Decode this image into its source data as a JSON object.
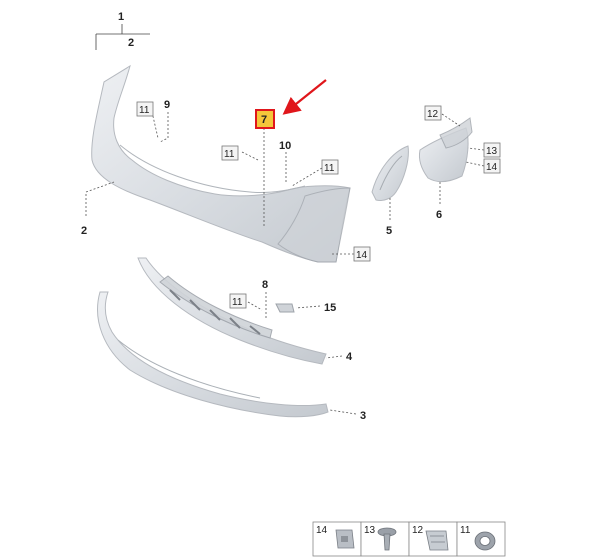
{
  "callouts": {
    "c1": "1",
    "c2_top": "2",
    "c2_left": "2",
    "c3": "3",
    "c4": "4",
    "c5": "5",
    "c6": "6",
    "c7": "7",
    "c8": "8",
    "c9": "9",
    "c10": "10",
    "c15": "15"
  },
  "ref_boxes": {
    "b11_a": "11",
    "b11_b": "11",
    "b11_c": "11",
    "b11_d": "11",
    "b12": "12",
    "b13": "13",
    "b14_a": "14",
    "b14_b": "14"
  },
  "legend": [
    {
      "number": "14",
      "icon": "clip-nut-icon"
    },
    {
      "number": "13",
      "icon": "push-rivet-icon"
    },
    {
      "number": "12",
      "icon": "spring-clip-icon"
    },
    {
      "number": "11",
      "icon": "grommet-ring-icon"
    }
  ],
  "colors": {
    "highlight_fill": "#f4c63a",
    "highlight_border": "#e0161b",
    "arrow": "#e0161b"
  }
}
